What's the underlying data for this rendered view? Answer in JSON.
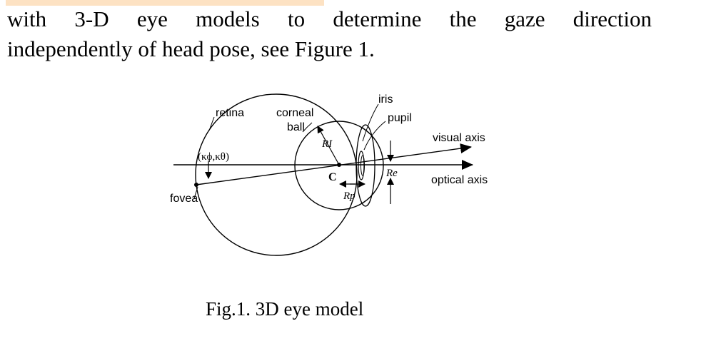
{
  "paragraph": {
    "line1": "with 3-D eye models to determine the gaze direction",
    "line2": "independently of head pose, see Figure 1."
  },
  "figure": {
    "labels": {
      "retina": "retina",
      "corneal": "corneal",
      "ball": "ball",
      "iris": "iris",
      "pupil": "pupil",
      "visual_axis": "visual axis",
      "optical_axis": "optical axis",
      "fovea": "fovea",
      "kappa": "(κϕ,κθ)",
      "center": "C",
      "r_i": "RI",
      "r_e": "Re",
      "r_p": "Rp"
    },
    "caption": "Fig.1. 3D eye model"
  },
  "colors": {
    "highlight": "#fde2c3",
    "ink": "#000000"
  }
}
